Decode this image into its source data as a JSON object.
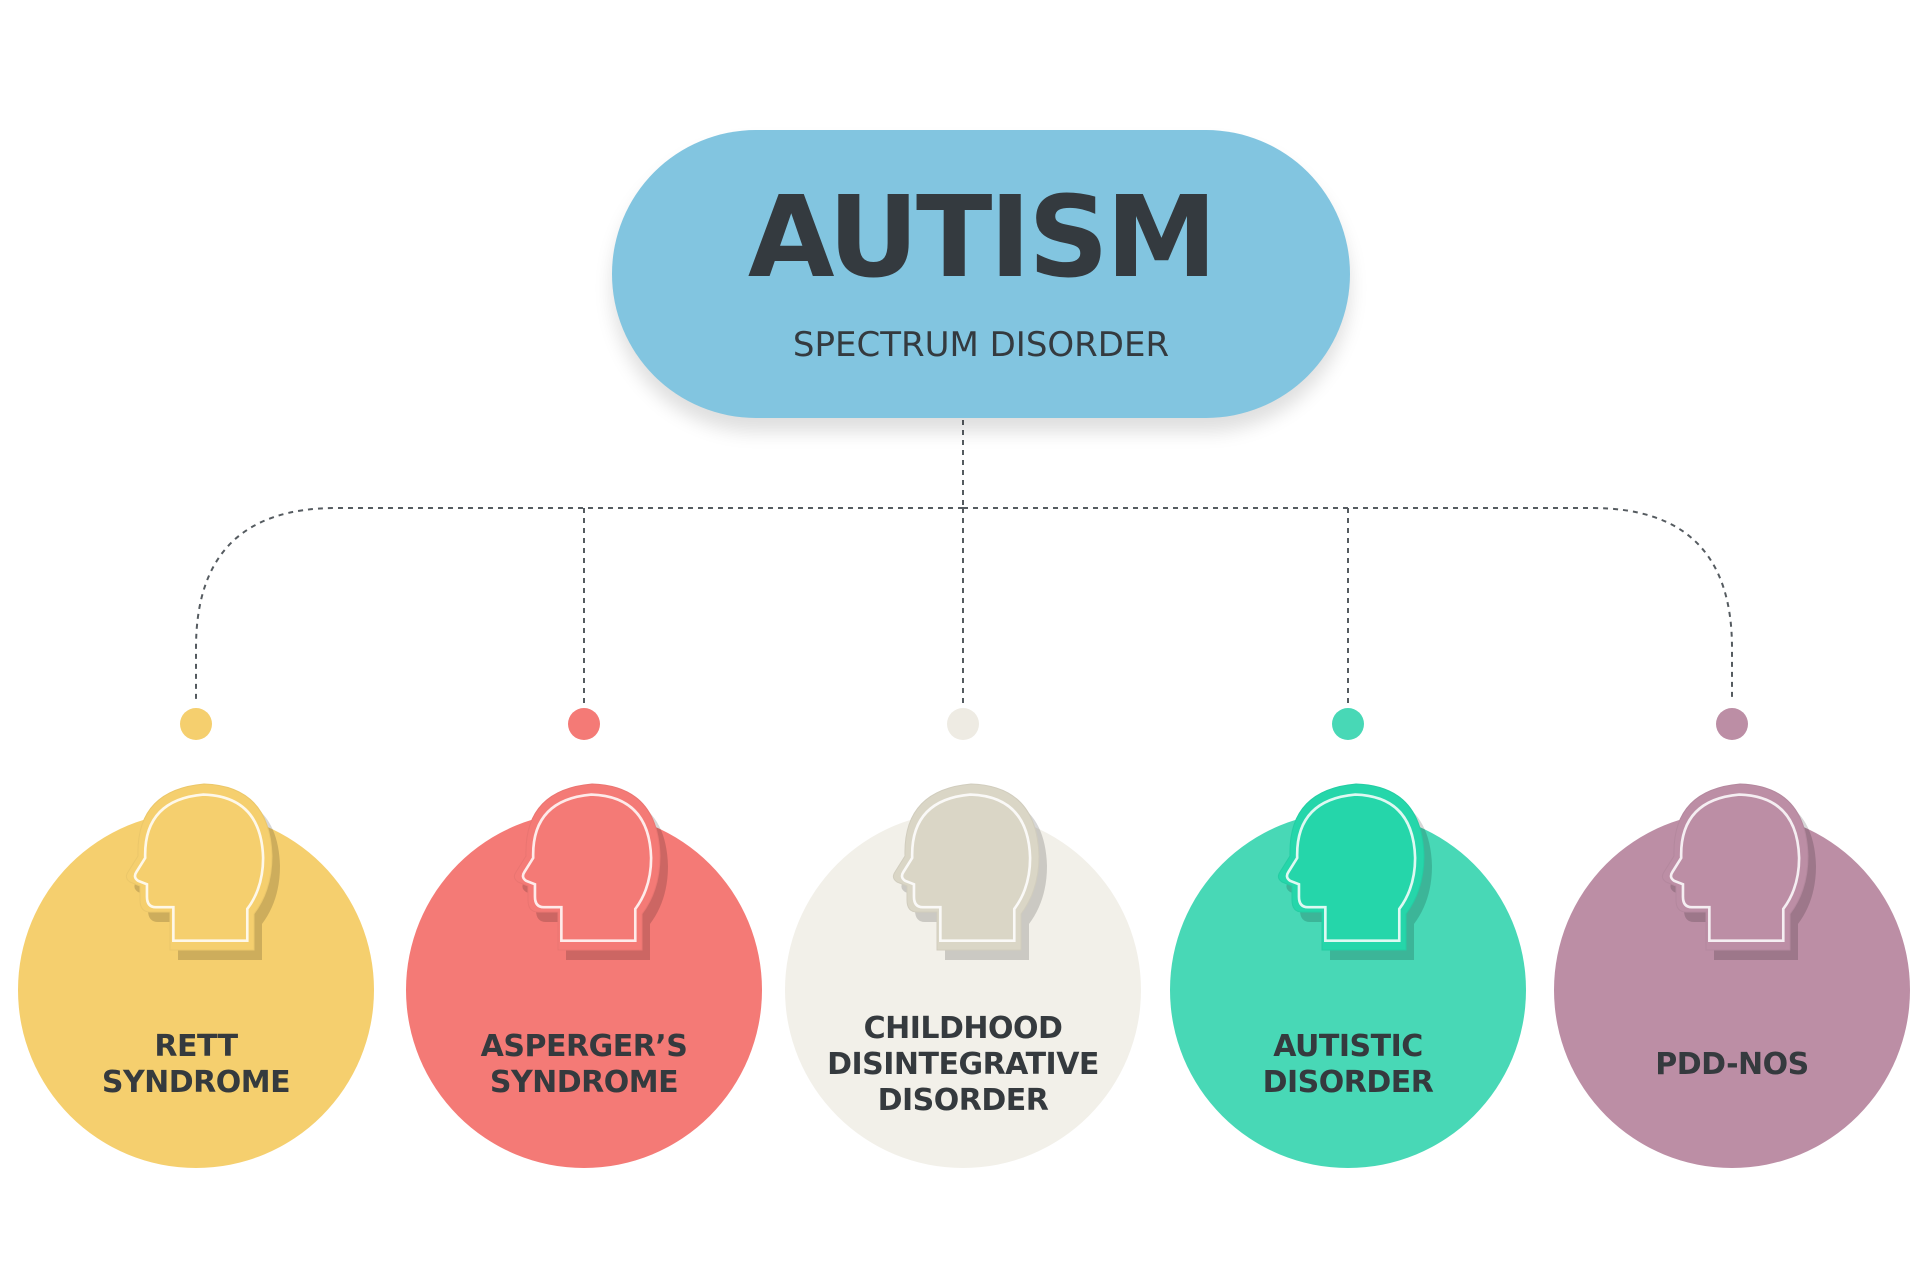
{
  "root": {
    "title": "AUTISM",
    "subtitle": "SPECTRUM DISORDER",
    "color": "#82c5e0"
  },
  "nodes": [
    {
      "label": "RETT\nSYNDROME",
      "color": "#f5cf6e",
      "icon": "head-profile-icon"
    },
    {
      "label": "ASPERGER’S\nSYNDROME",
      "color": "#f47a76",
      "icon": "head-profile-icon"
    },
    {
      "label": "CHILDHOOD\nDISINTEGRATIVE\nDISORDER",
      "color": "#f2f0e9",
      "dot_color": "#eeebe3",
      "icon_color": "#dad6c6",
      "icon": "head-profile-icon"
    },
    {
      "label": "AUTISTIC\nDISORDER",
      "color": "#48d8b6",
      "icon_color": "#25d6aa",
      "icon": "head-profile-icon"
    },
    {
      "label": "PDD-NOS",
      "color": "#bc8ea5",
      "icon": "head-profile-icon"
    }
  ]
}
